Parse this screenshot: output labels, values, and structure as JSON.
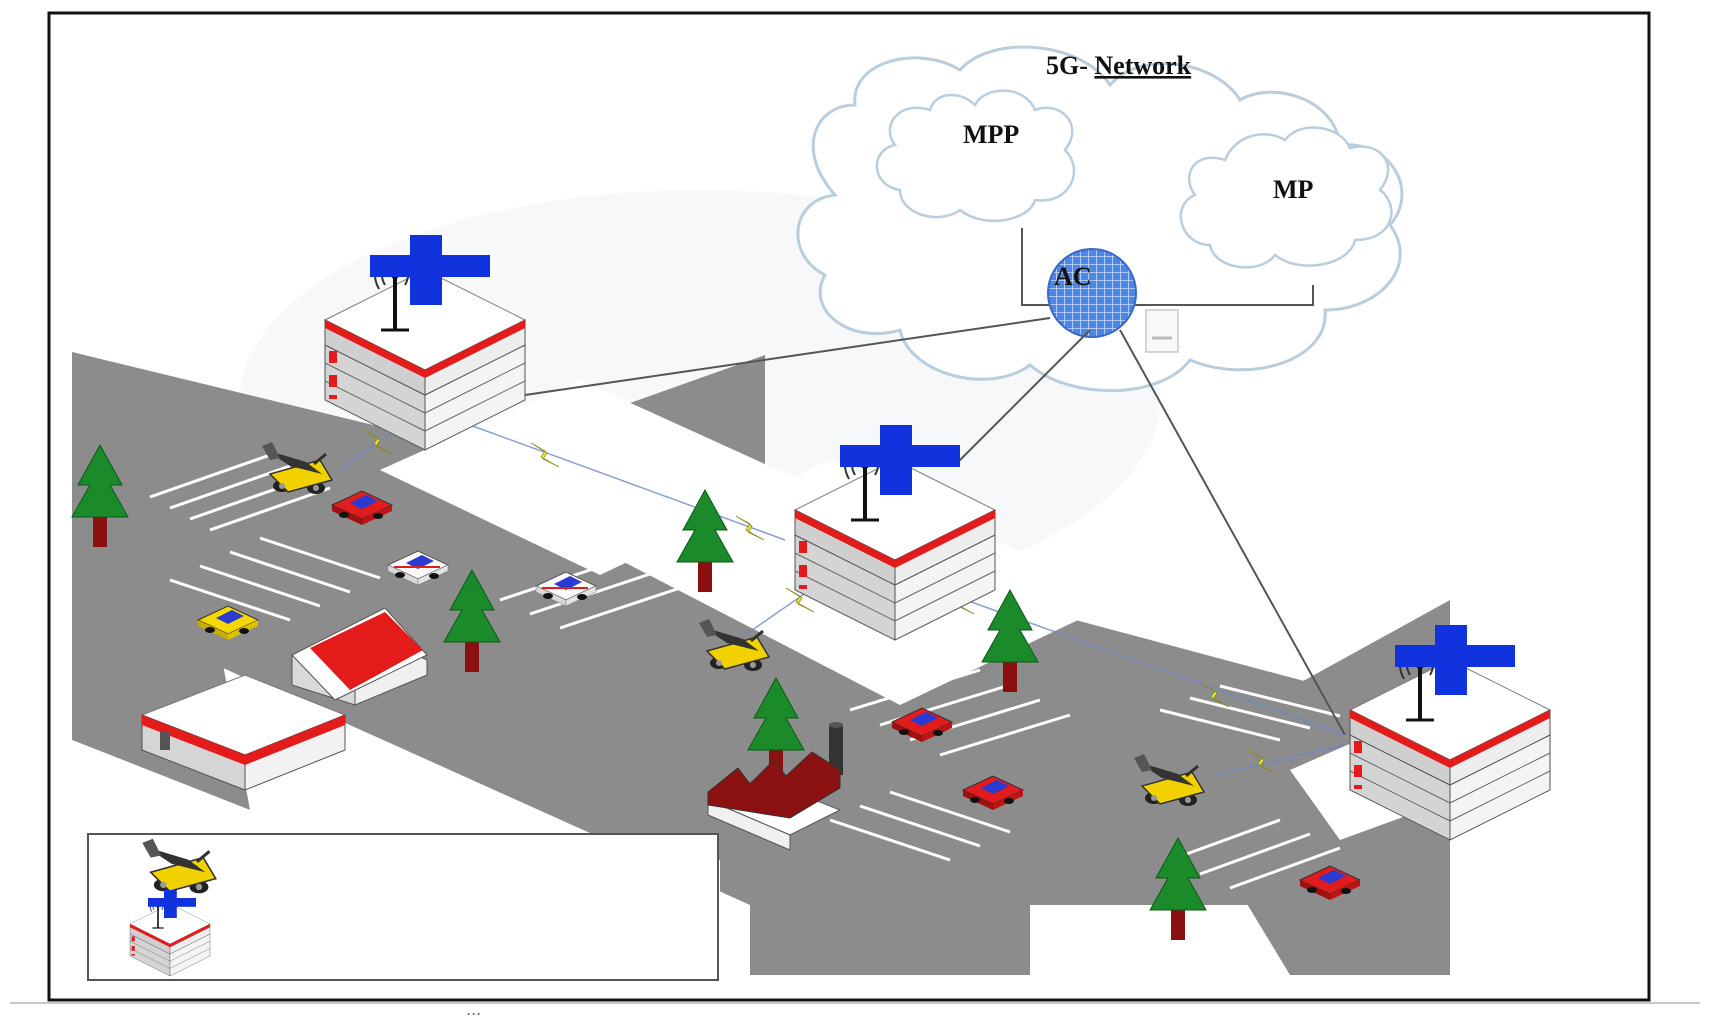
{
  "network": {
    "title_prefix": "5G- ",
    "title_word": "Network",
    "clouds": {
      "mpp": "MPP",
      "mp": "MP",
      "ac": "AC"
    }
  },
  "legend": {
    "entries": [
      {
        "icon": "ambulance-icon",
        "text": ""
      },
      {
        "icon": "hospital-icon",
        "text": ""
      }
    ]
  },
  "colors": {
    "road": "#8c8c8c",
    "cross": "#1133dd",
    "roof_stripe": "#e31b1b",
    "tree": "#1a8a2a",
    "cloud_stroke": "#b9cedd",
    "link": "#555555",
    "bolt": "#f3ee2a"
  },
  "footer_mark": "..."
}
